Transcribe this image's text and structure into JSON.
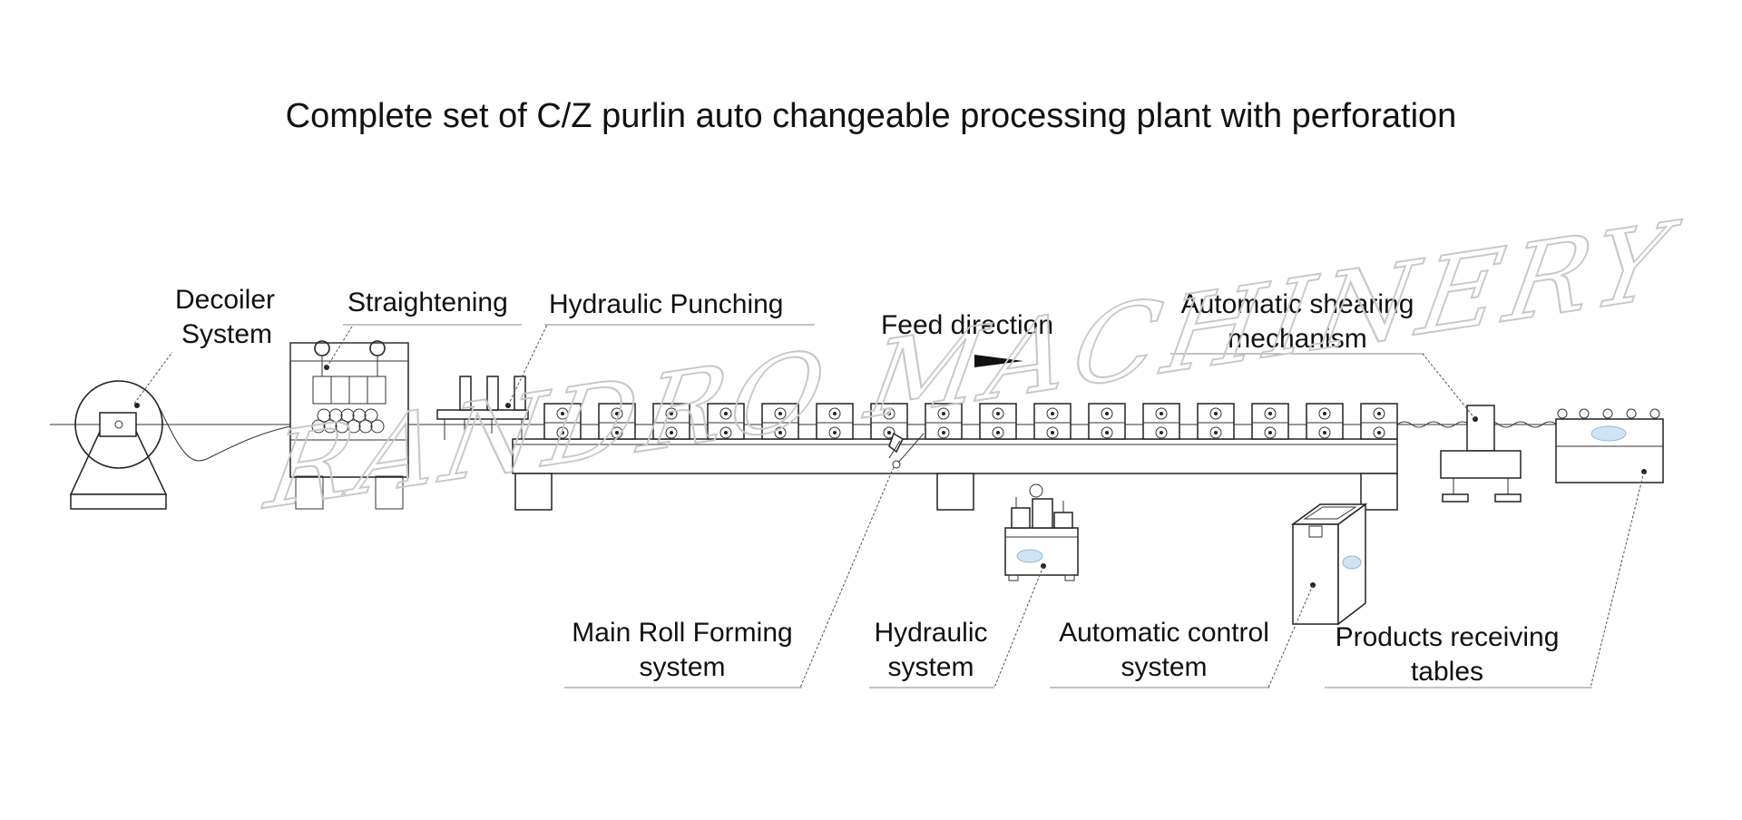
{
  "title": "Complete set of C/Z purlin  auto changeable processing plant with perforation",
  "watermark": "RANDRO MACHINERY",
  "feed_direction": "Feed direction",
  "labels": {
    "decoiler": [
      "Decoiler",
      "System"
    ],
    "straightening": "Straightening",
    "punching": "Hydraulic  Punching",
    "shearing": [
      "Automatic shearing",
      "mechanism"
    ],
    "roll_forming": [
      "Main Roll Forming",
      "system"
    ],
    "hydraulic": [
      "Hydraulic",
      "system"
    ],
    "control": [
      "Automatic control",
      "system"
    ],
    "receiving": [
      "Products receiving",
      "tables"
    ]
  },
  "colors": {
    "line": "#222222",
    "watermark": "#c8c8c8",
    "logo": "#cfe4f5"
  }
}
